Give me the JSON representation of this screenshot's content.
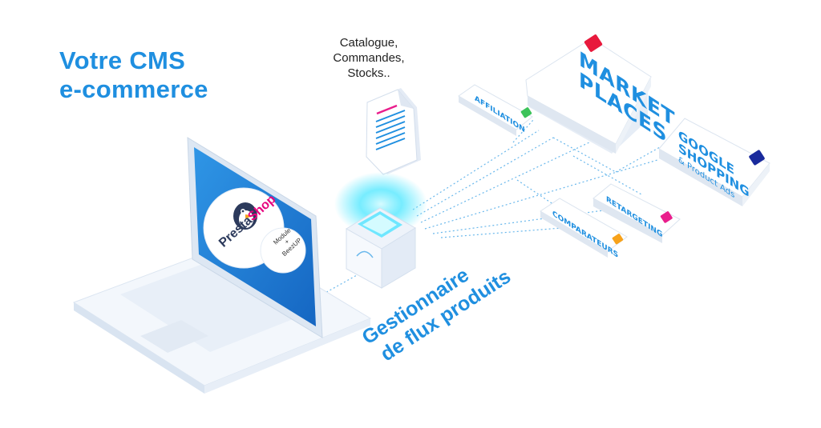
{
  "cms": {
    "line1": "Votre CMS",
    "line2": "e-commerce"
  },
  "data_caption": {
    "line1": "Catalogue,",
    "line2": "Commandes,",
    "line3": "Stocks.."
  },
  "feed_manager": {
    "line1": "Gestionnaire",
    "line2": "de flux produits"
  },
  "channels": {
    "marketplaces": {
      "line1": "MARKET",
      "line2": "PLACES"
    },
    "google": {
      "line1": "GOOGLE",
      "line2": "SHOPPING",
      "line3": "& Product Ads"
    },
    "affiliation": "AFFILIATION",
    "retargeting": "RETARGETING",
    "comparateurs": "COMPARATEURS"
  },
  "laptop": {
    "logo": {
      "part1": "Presta",
      "part2": "Shop"
    },
    "module": {
      "line1": "Module",
      "line2": "+",
      "line3": "BeezUP"
    }
  },
  "colors": {
    "brand_blue": "#1f8fe0",
    "screen_blue": "#1a7fd6",
    "prestashop_magenta": "#e6007e",
    "market_red": "#e8193c",
    "affiliation_green": "#3cc35a",
    "retargeting_pink": "#e91e8c",
    "comparateurs_orange": "#f7a21b",
    "google_navy": "#1a2a9c",
    "glow_cyan": "#5fe9ff"
  }
}
